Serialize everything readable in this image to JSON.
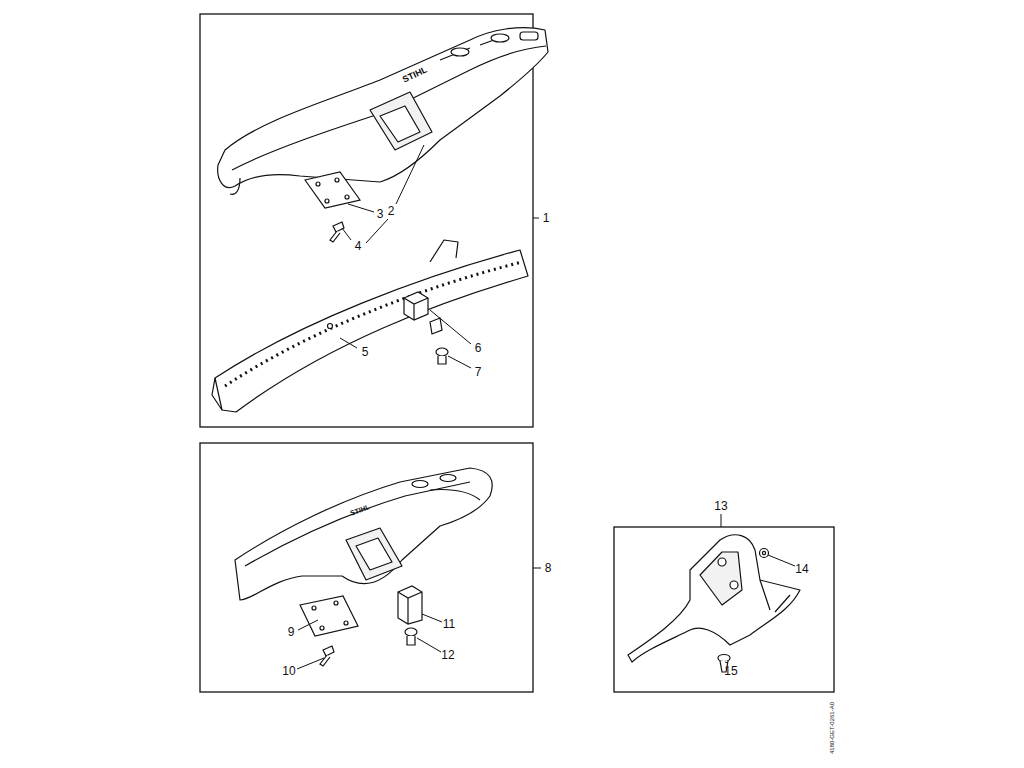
{
  "diagram": {
    "labels": [
      "1",
      "2",
      "3",
      "4",
      "5",
      "6",
      "7",
      "8",
      "9",
      "10",
      "11",
      "12",
      "13",
      "14",
      "15",
      "4180-GET-0261-A0",
      "STIHL",
      "STIHL"
    ]
  }
}
